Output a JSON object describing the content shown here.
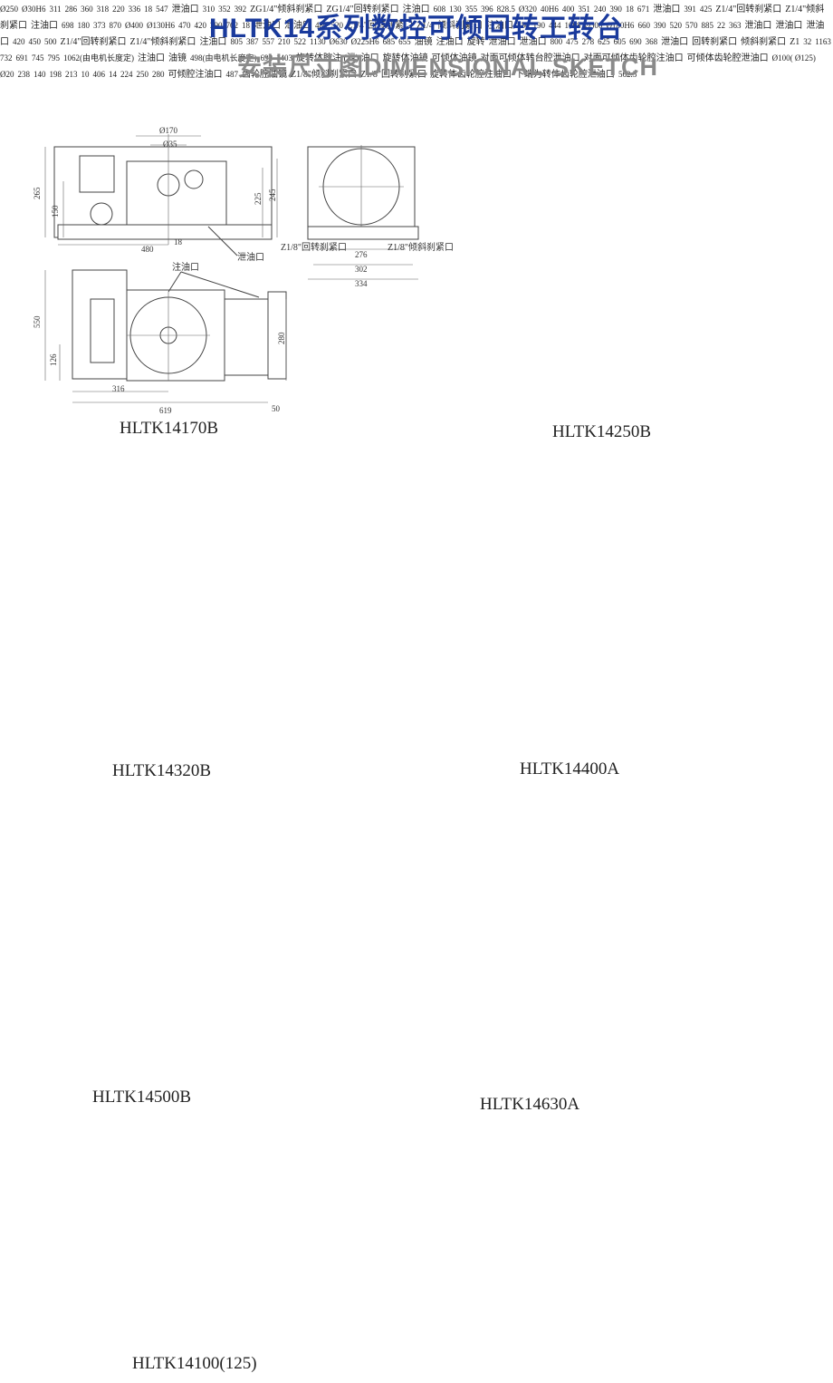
{
  "header": {
    "title": "HLTK14系列数控可倾回转工转台",
    "subtitle": "安装尺寸图DIMENSIONAL SKETCH"
  },
  "models": {
    "m170": "HLTK14170B",
    "m250": "HLTK14250B",
    "m320": "HLTK14320B",
    "m400": "HLTK14400A",
    "m500": "HLTK14500B",
    "m630": "HLTK14630A",
    "m100": "HLTK14100(125)"
  },
  "labels": {
    "oil_drain": "泄油口",
    "oil_fill": "注油口",
    "oil_mirror": "油镜",
    "rot_brake_18": "Z1/8\"回转刹紧口",
    "tilt_brake_18": "Z1/8\"倾斜刹紧口",
    "rot_brake_14": "Z1/4\"回转刹紧口",
    "tilt_brake_14": "Z1/4\"倾斜刹紧口",
    "zg_tilt": "ZG1/4\"倾斜刹紧口",
    "zg_rot": "ZG1/4\"回转刹紧口",
    "rot_brake_plain": "回转刹紧口",
    "tilt_brake_plain": "倾斜刹紧口",
    "z1": "Z1",
    "rotation": "旋转",
    "motor_len": "(由电机长度定)",
    "motor_len_total": "1062(由电机长度定)",
    "rot_fill_drain": "旋转体腔注 (泄) 油口",
    "rot_mirror": "旋转体油镜",
    "tilt_mirror": "可倾体油镜",
    "opp_tilt_drain": "对面可倾体转台腔泄油口",
    "opp_tilt_gear_fill": "对面可倾体齿轮腔注油口",
    "tilt_gear_drain": "可倾体齿轮腔泄油口",
    "tilt_cavity_fill": "可倾腔注油口",
    "gear_mirror": "齿轮腔油镜",
    "rot_gear_fill": "旋转体齿轮腔注油口",
    "bottom_rot_drain": "下端为转体齿轮腔泄油口"
  },
  "dims": {
    "d170": "Ø170",
    "d35": "Ø35",
    "d265": "265",
    "d150": "150",
    "d225": "225",
    "d245": "245",
    "d480": "480",
    "d18": "18",
    "d276": "276",
    "d302": "302",
    "d334": "334",
    "d550": "550",
    "d126": "126",
    "d280": "280",
    "d316": "316",
    "d619": "619",
    "d50": "50",
    "d250": "Ø250",
    "d30h6": "Ø30H6",
    "d311": "311",
    "d286": "286",
    "d360": "360",
    "d318": "318",
    "d220": "220",
    "d336": "336",
    "d547": "547",
    "d310": "310",
    "d352": "352",
    "d392": "392",
    "d608": "608",
    "d130": "130",
    "d355": "355",
    "d396": "396",
    "d8285": "828.5",
    "d320": "Ø320",
    "d40h6": "40H6",
    "d400": "400",
    "d351": "351",
    "d240": "240",
    "d390": "390",
    "d671": "671",
    "d391": "391",
    "d425": "425",
    "d698": "698",
    "d180": "180",
    "d373": "373",
    "d870": "870",
    "dd400": "Ø400",
    "d130h6": "Ø130H6",
    "d470": "470",
    "d420": "420",
    "d290": "290",
    "d762": "762",
    "d480b": "480",
    "d520": "520",
    "d850": "850",
    "d190": "190",
    "d444": "444",
    "d1008": "1008",
    "d500": "Ø500",
    "d180h6": "Ø180H6",
    "d660": "660",
    "d390b": "390",
    "d520b": "520",
    "d570": "570",
    "d885": "885",
    "d22": "22",
    "d363": "363",
    "d420b": "420",
    "d450": "450",
    "d500b": "500",
    "d805": "805",
    "d387": "387",
    "d557": "557",
    "d210": "210",
    "d522": "522",
    "d1130": "1130",
    "d630": "Ø630",
    "d225h6": "Ø225H6",
    "d685": "685",
    "d655": "655",
    "d800": "800",
    "d475": "475",
    "d278": "278",
    "d625": "625",
    "d605": "605",
    "d690": "690",
    "d368": "368",
    "d1163": "1163",
    "d732": "732",
    "d32": "32",
    "d691": "691",
    "d745": "745",
    "d795": "795",
    "d498": "498(由电机长度定)",
    "d698b": "698",
    "d1403": "1403",
    "d100": "Ø100( Ø125)",
    "d20": "Ø20",
    "d238": "238",
    "d140": "140",
    "d198": "198",
    "d213": "213",
    "d10": "10",
    "d406": "406",
    "d14": "14",
    "d224": "224",
    "d250b": "250",
    "d280b": "280",
    "d487": "487",
    "d5625": "562.5"
  }
}
